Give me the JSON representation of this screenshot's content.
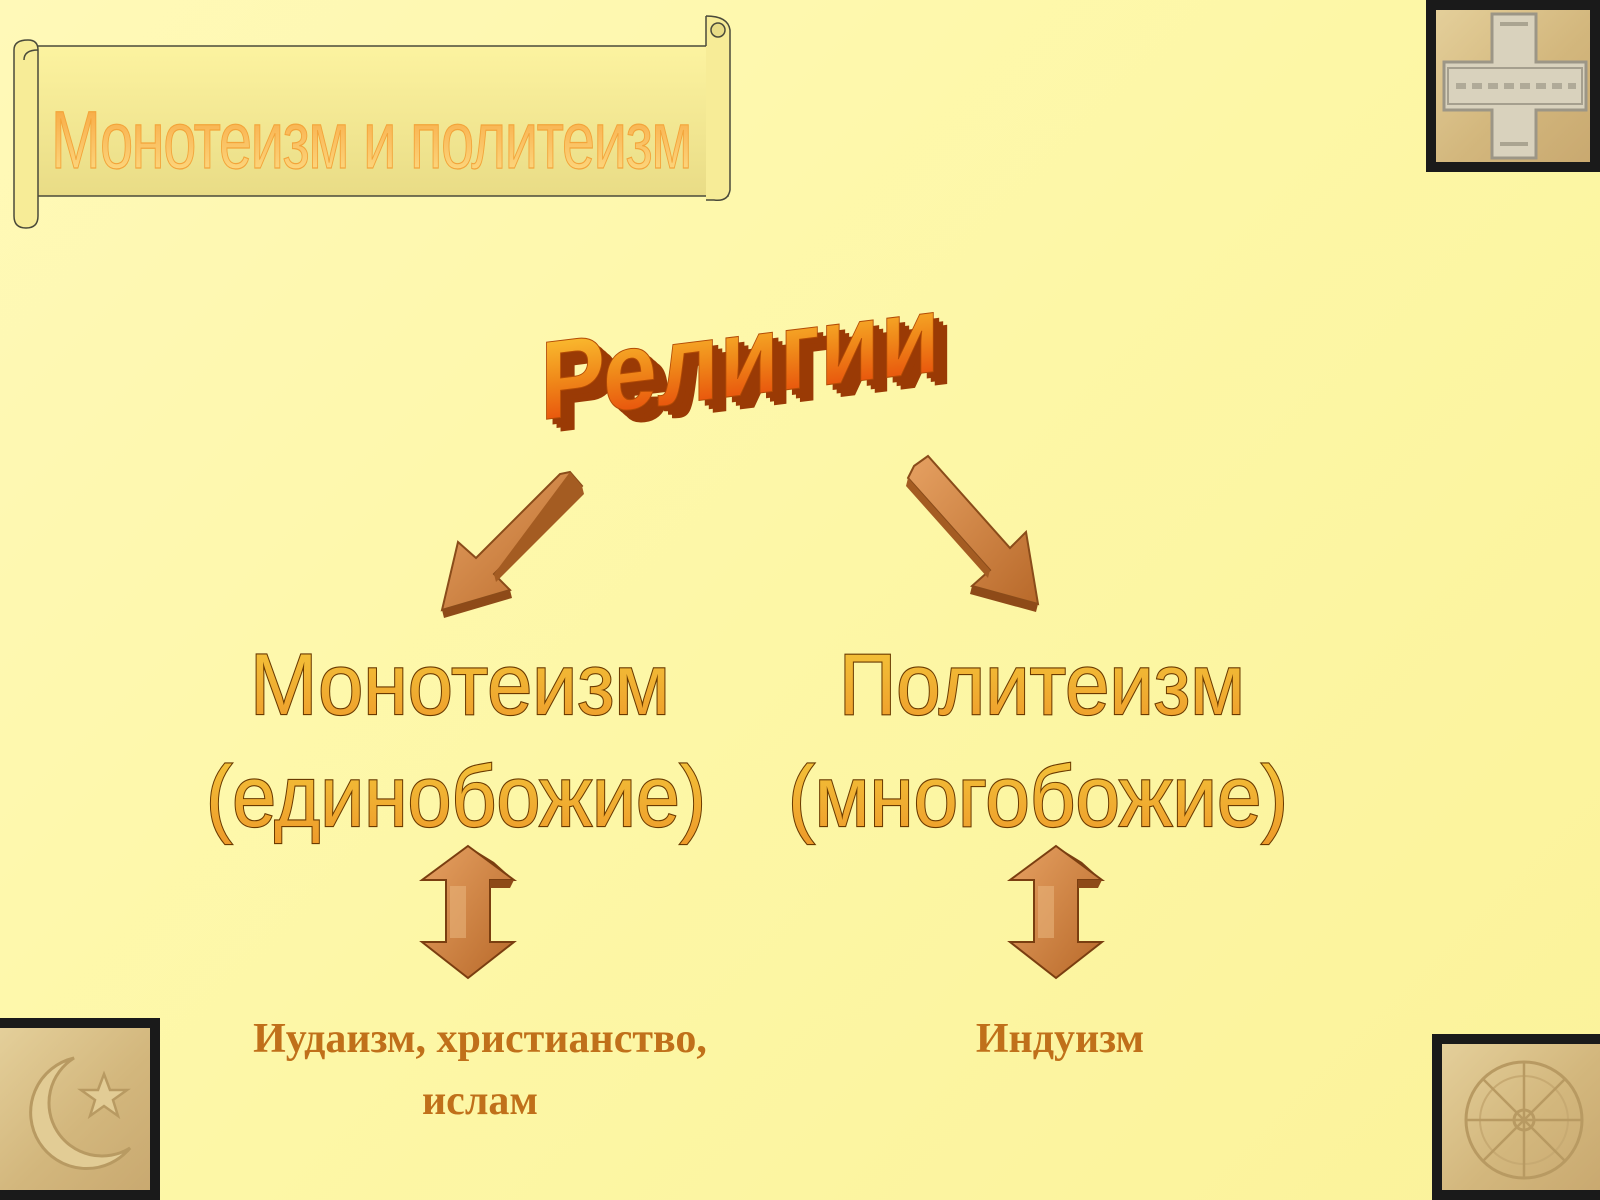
{
  "title": "Монотеизм и политеизм",
  "root": "Религии",
  "branches": [
    {
      "name": "Монотеизм",
      "gloss": "(единобожие)",
      "examples_line1": "Иудаизм, христианство,",
      "examples_line2": "ислам"
    },
    {
      "name": "Политеизм",
      "gloss": "(многобожие)",
      "examples_line1": "Индуизм",
      "examples_line2": ""
    }
  ],
  "corner_images": [
    "cross-badge",
    "crescent-star",
    "dharma-wheel"
  ],
  "colors": {
    "background": "#fdf7a6",
    "example_text": "#c0701a",
    "arrow": "#c97b34"
  }
}
